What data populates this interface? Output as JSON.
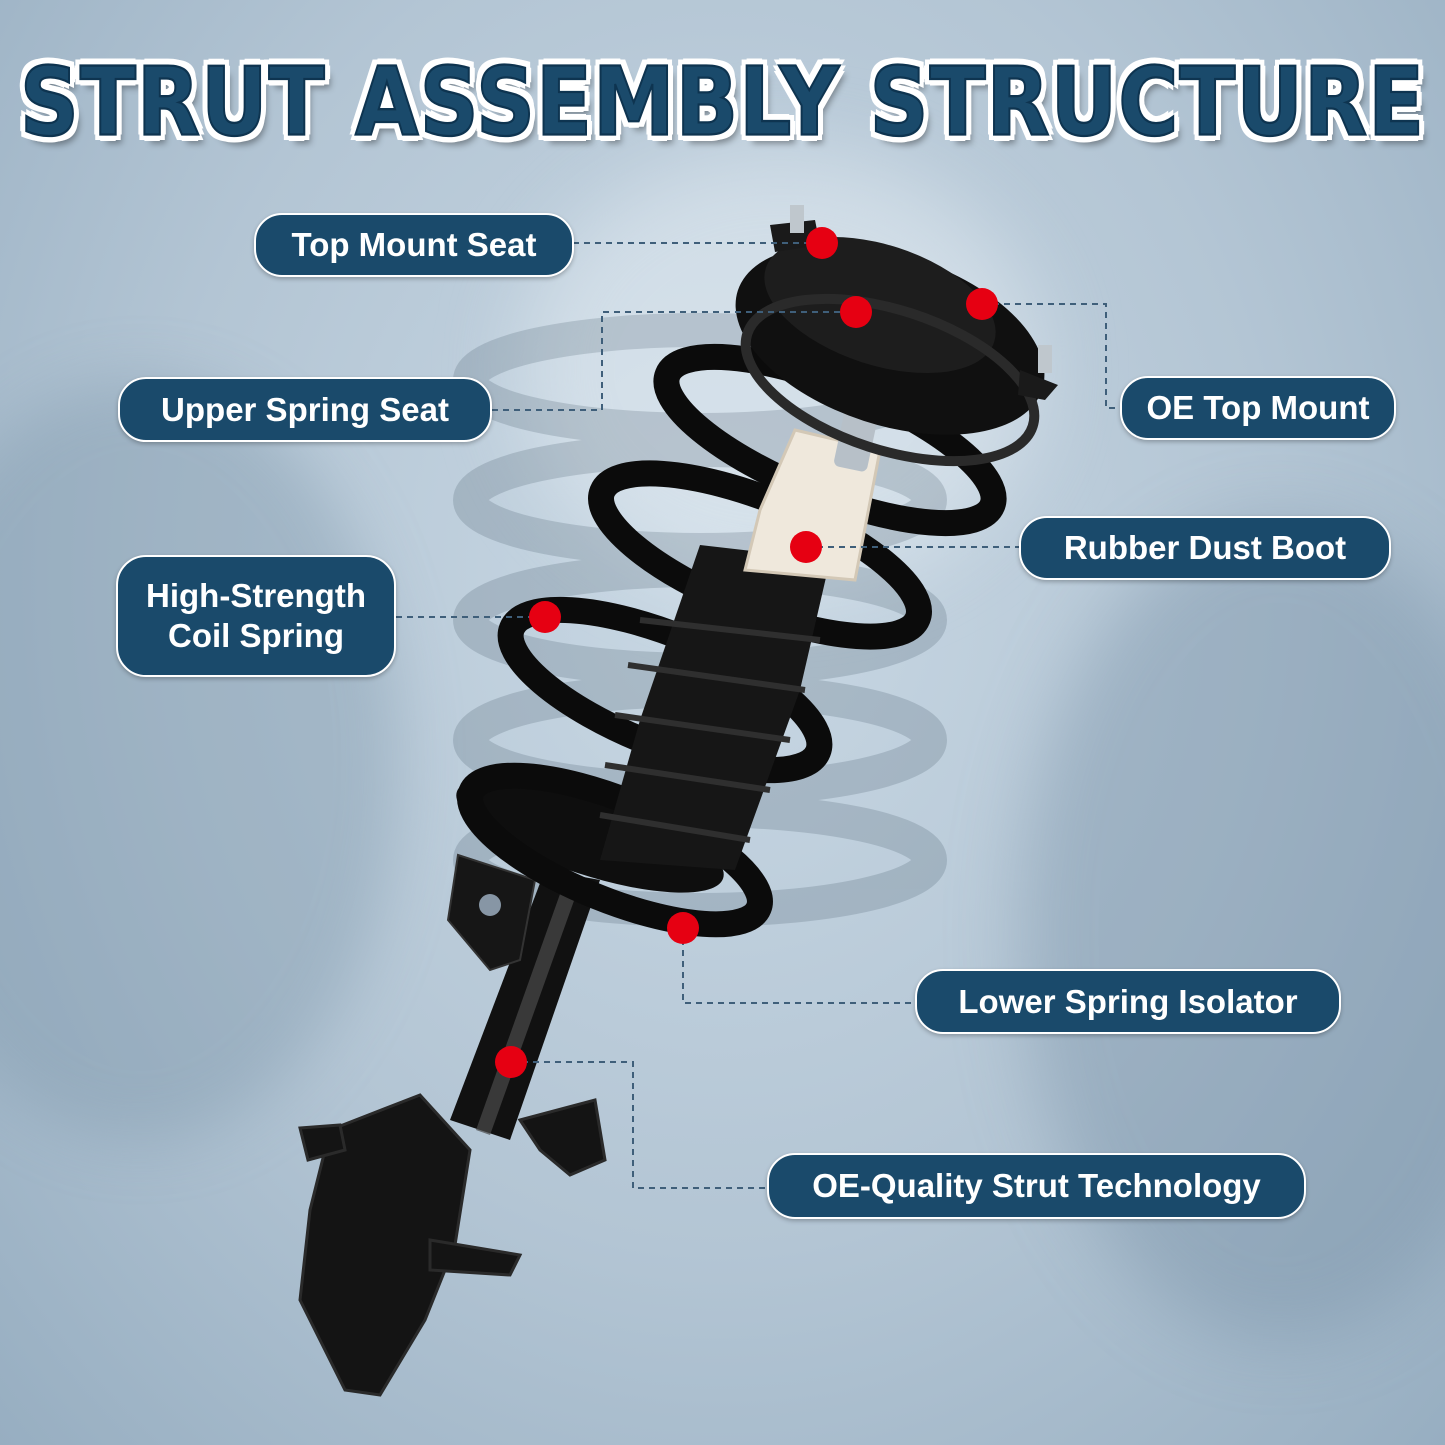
{
  "title": "STRUT ASSEMBLY STRUCTURE",
  "labels": {
    "top_mount_seat": "Top Mount Seat",
    "upper_spring_seat": "Upper Spring Seat",
    "oe_top_mount": "OE Top Mount",
    "rubber_dust_boot": "Rubber Dust Boot",
    "coil_spring_line1": "High-Strength",
    "coil_spring_line2": "Coil Spring",
    "lower_spring_isolator": "Lower Spring Isolator",
    "strut_technology": "OE-Quality Strut Technology"
  },
  "colors": {
    "label_bg": "#1a4a6b",
    "title": "#1a4a6b",
    "marker": "#e60012",
    "leader": "#3f5f7a"
  }
}
